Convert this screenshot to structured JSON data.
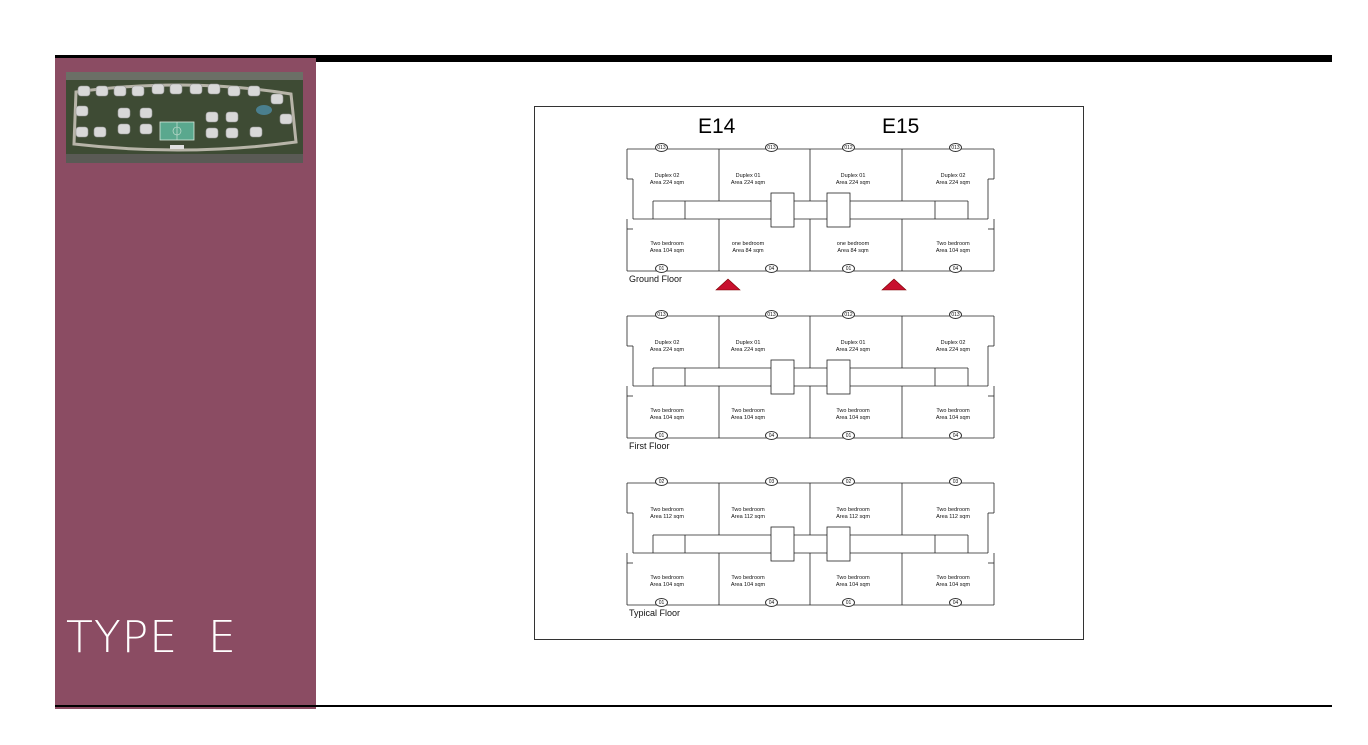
{
  "sidebar": {
    "title": "TYPE  E",
    "accent_color": "#8b4c63",
    "aerial_image": "compound-aerial-view"
  },
  "plan": {
    "buildings": [
      "E14",
      "E15"
    ],
    "entrance_marker_color": "#c8102e",
    "floors": [
      {
        "label": "Ground Floor",
        "top_units": [
          {
            "num": "013",
            "name": "Duplex 02",
            "area": "Area 224 sqm"
          },
          {
            "num": "013",
            "name": "Duplex 01",
            "area": "Area 224 sqm"
          },
          {
            "num": "012",
            "name": "Duplex 01",
            "area": "Area 224 sqm"
          },
          {
            "num": "013",
            "name": "Duplex 02",
            "area": "Area 224 sqm"
          }
        ],
        "bottom_units": [
          {
            "num": "01",
            "name": "Two bedroom",
            "area": "Area 104 sqm"
          },
          {
            "num": "04",
            "name": "one bedroom",
            "area": "Area 84 sqm"
          },
          {
            "num": "01",
            "name": "one bedroom",
            "area": "Area 84 sqm"
          },
          {
            "num": "04",
            "name": "Two bedroom",
            "area": "Area 104 sqm"
          }
        ]
      },
      {
        "label": "First Floor",
        "top_units": [
          {
            "num": "013",
            "name": "Duplex 02",
            "area": "Area 224 sqm"
          },
          {
            "num": "013",
            "name": "Duplex 01",
            "area": "Area 224 sqm"
          },
          {
            "num": "012",
            "name": "Duplex 01",
            "area": "Area 224 sqm"
          },
          {
            "num": "013",
            "name": "Duplex 02",
            "area": "Area 224 sqm"
          }
        ],
        "bottom_units": [
          {
            "num": "01",
            "name": "Two bedroom",
            "area": "Area 104 sqm"
          },
          {
            "num": "04",
            "name": "Two bedroom",
            "area": "Area 104 sqm"
          },
          {
            "num": "01",
            "name": "Two bedroom",
            "area": "Area 104 sqm"
          },
          {
            "num": "04",
            "name": "Two bedroom",
            "area": "Area 104 sqm"
          }
        ]
      },
      {
        "label": "Typical Floor",
        "top_units": [
          {
            "num": "02",
            "name": "Two bedroom",
            "area": "Area 112 sqm"
          },
          {
            "num": "03",
            "name": "Two bedroom",
            "area": "Area 112 sqm"
          },
          {
            "num": "02",
            "name": "Two bedroom",
            "area": "Area 112 sqm"
          },
          {
            "num": "03",
            "name": "Two bedroom",
            "area": "Area 112 sqm"
          }
        ],
        "bottom_units": [
          {
            "num": "01",
            "name": "Two bedroom",
            "area": "Area 104 sqm"
          },
          {
            "num": "04",
            "name": "Two bedroom",
            "area": "Area 104 sqm"
          },
          {
            "num": "01",
            "name": "Two bedroom",
            "area": "Area 104 sqm"
          },
          {
            "num": "04",
            "name": "Two bedroom",
            "area": "Area 104 sqm"
          }
        ]
      }
    ]
  }
}
